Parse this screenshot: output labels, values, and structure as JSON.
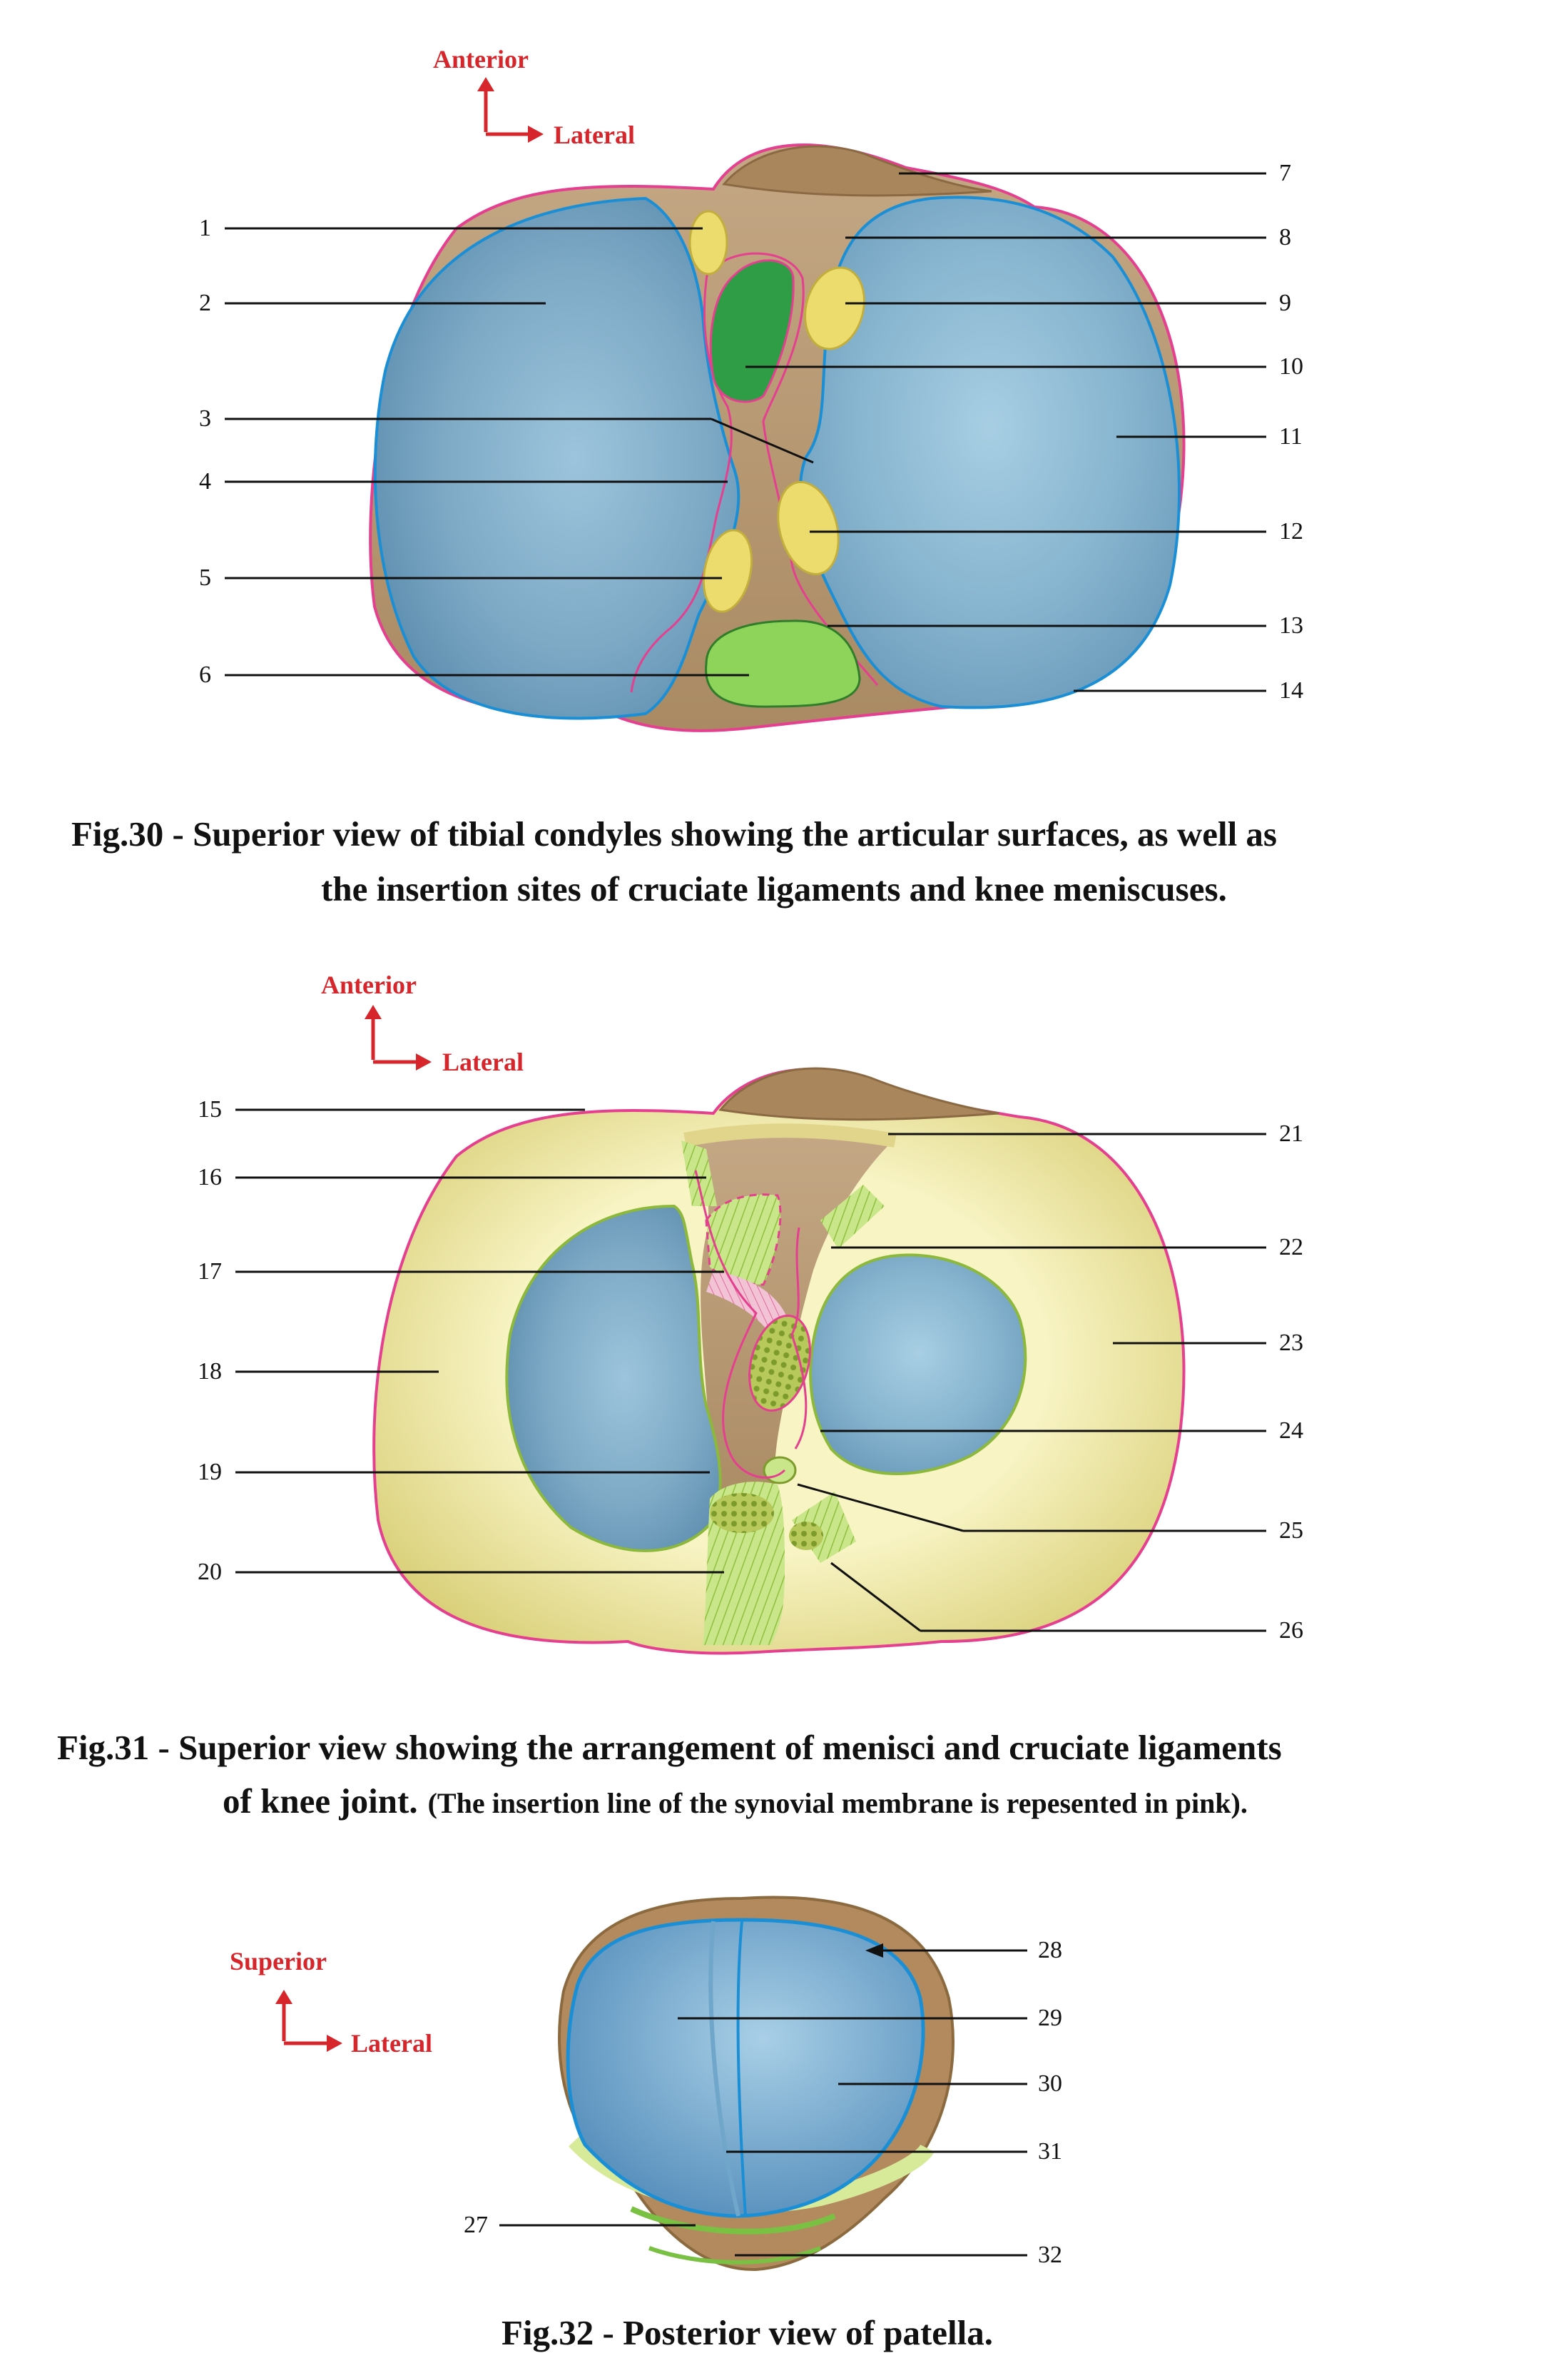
{
  "colors": {
    "articular_blue": "#79a9c7",
    "articular_outline": "#1b8fd6",
    "bone_tan": "#b89a75",
    "bone_dark": "#9a7650",
    "synovial_pink": "#e5408f",
    "meniscus_yellow": "#f5f0b0",
    "ligament_green": "#bfe07a",
    "insertion_yellow": "#ecdc6e",
    "acl_green": "#2f9d45",
    "pcl_green": "#8fd45a",
    "direction_red": "#d7262b"
  },
  "fig30": {
    "orientation": {
      "up": "Anterior",
      "right": "Lateral"
    },
    "labels": [
      "1",
      "2",
      "3",
      "4",
      "5",
      "6",
      "7",
      "8",
      "9",
      "10",
      "11",
      "12",
      "13",
      "14"
    ],
    "caption_line1": "Fig.30 - Superior view of tibial condyles showing the articular surfaces, as well as",
    "caption_line2": "the insertion sites of cruciate ligaments and knee meniscuses."
  },
  "fig31": {
    "orientation": {
      "up": "Anterior",
      "right": "Lateral"
    },
    "labels": [
      "15",
      "16",
      "17",
      "18",
      "19",
      "20",
      "21",
      "22",
      "23",
      "24",
      "25",
      "26"
    ],
    "caption_line1": "Fig.31 - Superior view showing the arrangement of menisci and cruciate ligaments",
    "caption_line2_bold": "of knee joint.",
    "caption_line2_note": "(The insertion line of the synovial membrane is repesented in pink)."
  },
  "fig32": {
    "orientation": {
      "up": "Superior",
      "right": "Lateral"
    },
    "labels": [
      "27",
      "28",
      "29",
      "30",
      "31",
      "32"
    ],
    "caption": "Fig.32 - Posterior view of patella."
  }
}
